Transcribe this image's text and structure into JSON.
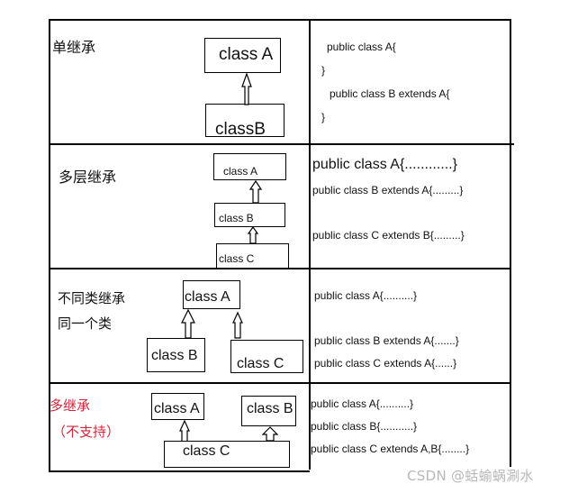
{
  "rows": [
    {
      "title": "单继承",
      "title_extra": "",
      "classes": [
        "class A",
        "classB"
      ],
      "code": [
        "public class A{",
        "}",
        "public class B extends A{",
        "}"
      ]
    },
    {
      "title": "多层继承",
      "title_extra": "",
      "classes": [
        "class A",
        "class B",
        "class C"
      ],
      "code": [
        "public class A{............}",
        "public class B extends A{.........}",
        "public class C extends B{.........}"
      ]
    },
    {
      "title": "不同类继承",
      "title_extra": "同一个类",
      "classes": [
        "class A",
        "class B",
        "class C"
      ],
      "code": [
        "public class A{..........}",
        "public class B extends A{.......}",
        "public class C extends A{......}"
      ]
    },
    {
      "title": "多继承",
      "title_extra": "（不支持）",
      "title_color": "#d0273a",
      "classes": [
        "class A",
        "class B",
        "class C"
      ],
      "code": [
        "public class A{..........}",
        "public class B{...........}",
        "public class C extends A,B{........}"
      ]
    }
  ],
  "watermark": "CSDN @蛞蝓蜗涮水"
}
